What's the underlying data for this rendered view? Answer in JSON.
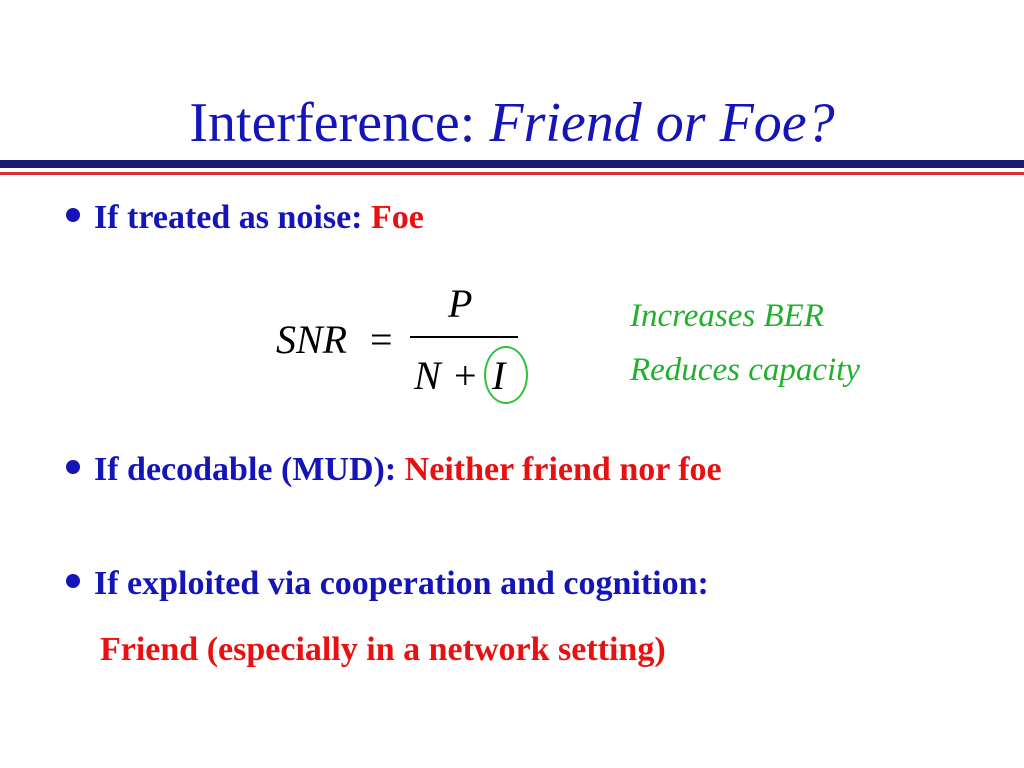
{
  "title": {
    "prefix": "Interference: ",
    "italic": "Friend or Foe?"
  },
  "bullets": [
    {
      "text": "If treated as noise: ",
      "highlight": "Foe"
    },
    {
      "text": "If decodable (MUD): ",
      "highlight": "Neither friend nor foe"
    },
    {
      "text": "If exploited via cooperation and cognition:",
      "continuation": "Friend (especially in a network setting)"
    }
  ],
  "equation": {
    "lhs": "SNR",
    "equals": "=",
    "numerator": "P",
    "denominator_left": "N",
    "plus": "+",
    "denominator_right": "I"
  },
  "notes": [
    "Increases BER",
    "Reduces capacity"
  ],
  "colors": {
    "title": "#1414b8",
    "highlight": "#e81010",
    "note": "#22b02c",
    "rule_top": "#1c1c73",
    "rule_bottom": "#d43030",
    "circle": "#2ec23a"
  }
}
